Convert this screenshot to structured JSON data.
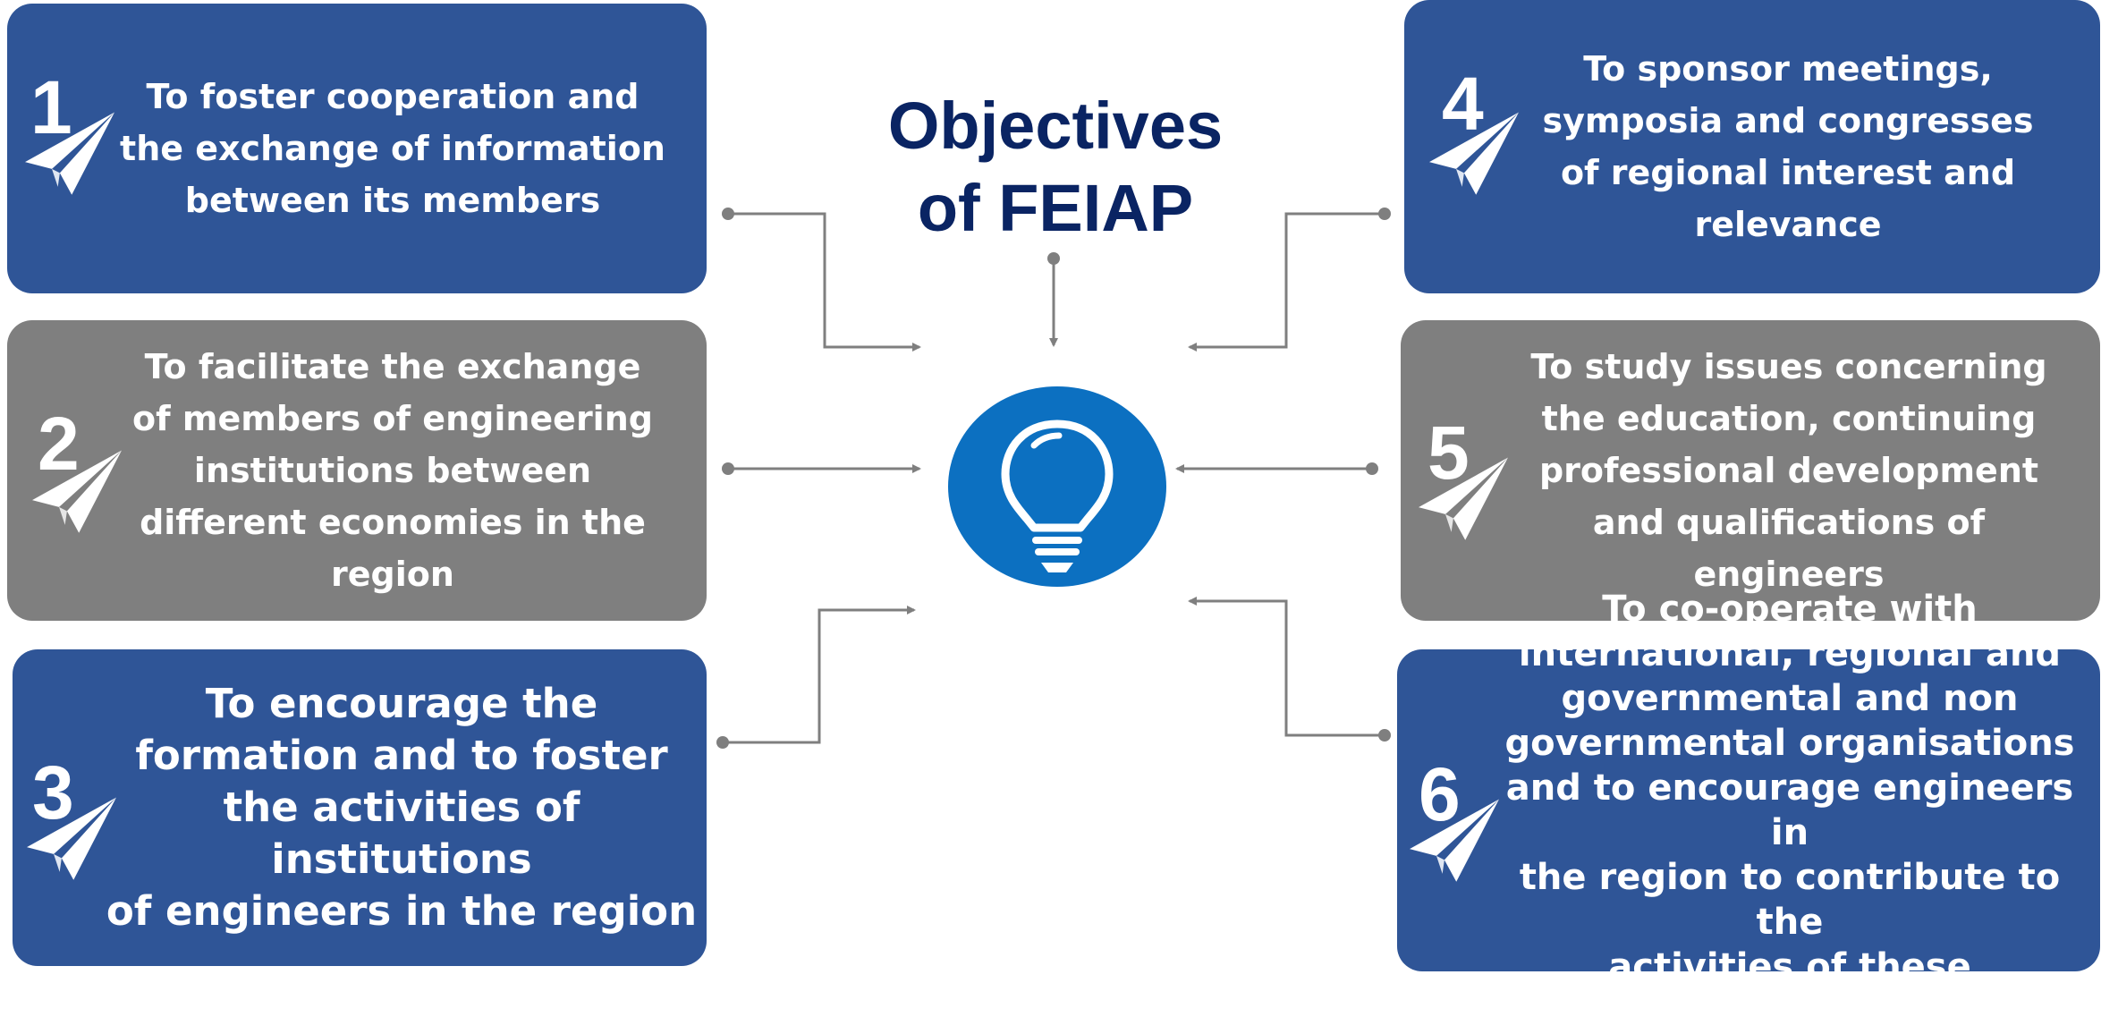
{
  "title": "Objectives\nof FEIAP",
  "colors": {
    "blue_box": "#2f5597",
    "gray_box": "#7f7f7f",
    "title": "#0a2463",
    "center_circle": "#0c70c1",
    "connector": "#7f7f7f"
  },
  "center_icon": "lightbulb-icon",
  "objectives": [
    {
      "number": "1",
      "text": "To foster cooperation and\nthe exchange of information\nbetween its members",
      "icon": "paper-plane-icon"
    },
    {
      "number": "2",
      "text": "To facilitate the exchange\nof members of engineering\ninstitutions between\ndifferent economies in the\nregion",
      "icon": "paper-plane-icon"
    },
    {
      "number": "3",
      "text": "To encourage the\nformation and to foster\nthe activities of institutions\nof engineers in the region",
      "icon": "paper-plane-icon"
    },
    {
      "number": "4",
      "text": "To sponsor meetings,\nsymposia and congresses\nof regional interest and\nrelevance",
      "icon": "paper-plane-icon"
    },
    {
      "number": "5",
      "text": "To study issues concerning\nthe education, continuing\nprofessional development\nand qualifications of\nengineers",
      "icon": "paper-plane-icon"
    },
    {
      "number": "6",
      "text": "To co-operate with\ninternational, regional and\ngovernmental and non\ngovernmental organisations\nand to encourage engineers in\nthe region to contribute to the\nactivities of these organisations",
      "icon": "paper-plane-icon"
    }
  ]
}
